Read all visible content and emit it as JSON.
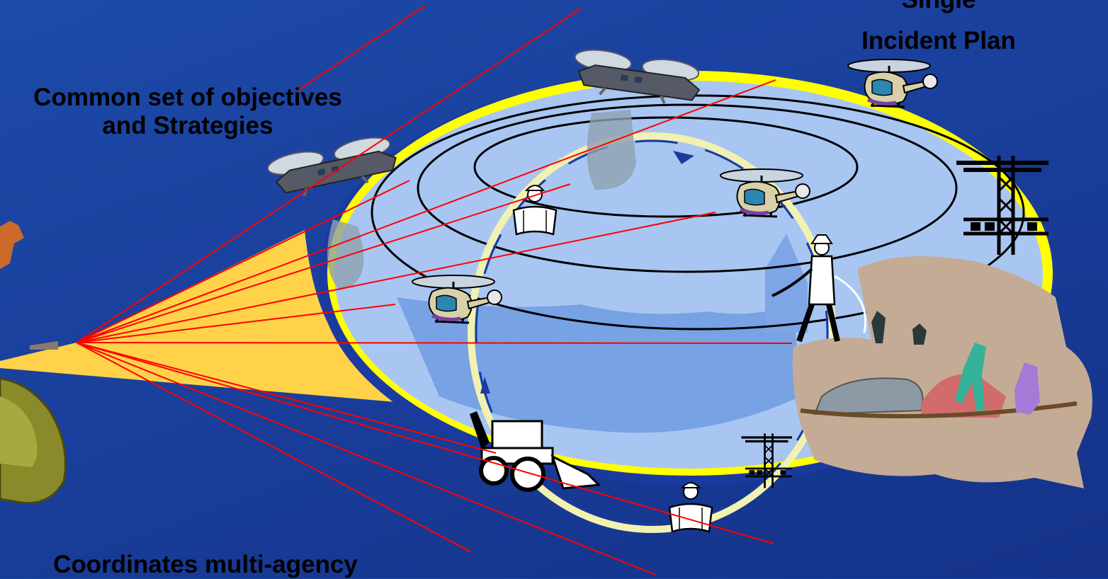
{
  "labels": {
    "top_right_line1": "Single",
    "top_right_line2": "Incident Plan",
    "left_line1": "Common set of objectives",
    "left_line2": "and Strategies",
    "bottom": "Coordinates multi-agency"
  },
  "colors": {
    "background": "#1a3f9c",
    "beam": "#ffd24a",
    "ring_yellow": "#ffff00",
    "ring_blue": "#1b3aa0",
    "disc": "#a9c6f2",
    "red_lines": "#ff0000",
    "ellipse_outline": "#000000",
    "arrow": "#1b3aa0"
  },
  "icons": [
    "helicopter-icon",
    "twin-rotor-helicopter-icon",
    "crane-icon",
    "firefighter-icon",
    "worker-with-map-icon",
    "backhoe-loader-icon",
    "rocky-terrain-icon",
    "rescue-workers-icon"
  ]
}
